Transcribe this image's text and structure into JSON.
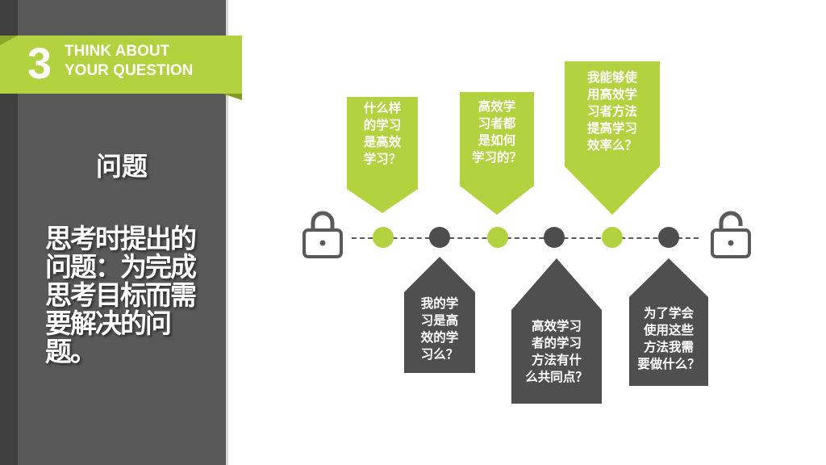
{
  "section": {
    "number": "3",
    "title_line1": "THINK ABOUT",
    "title_line2": "YOUR QUESTION"
  },
  "panel": {
    "heading": "问题",
    "description": "思考时提出的问题：为完成思考目标而需要解决的问题。"
  },
  "colors": {
    "accent": "#b2d23f",
    "dark": "#4f4f4f",
    "panel": "#595959"
  },
  "icons": {
    "left": "locked-padlock",
    "right": "unlocked-padlock"
  },
  "questions_above": [
    "什么样\n的学习\n是高效\n学习？",
    "高效学\n习者都\n是如何\n学习的？",
    "我能够使\n用高效学\n习者方法\n提高学习\n效率么？"
  ],
  "questions_below": [
    "我的学\n习是高\n效的学\n习么？",
    "高效学习\n者的学习\n方法有什\n么共同点？",
    "为了学会\n使用这些\n方法我需\n要做什么？"
  ]
}
